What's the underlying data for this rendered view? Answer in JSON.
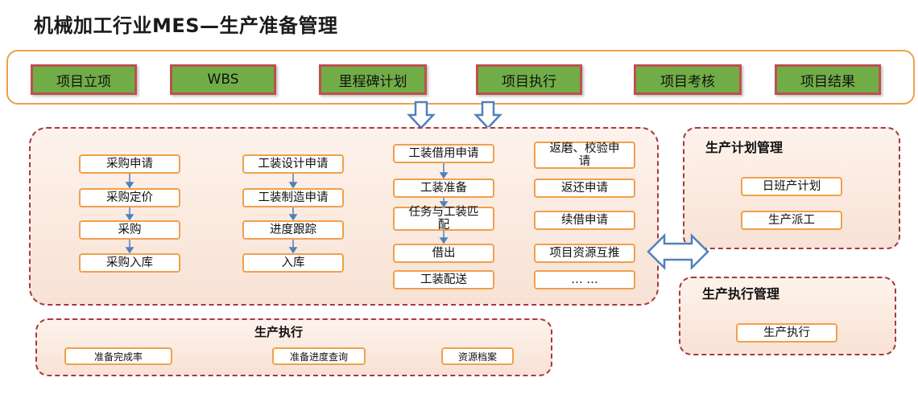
{
  "title": "机械加工行业MES—生产准备管理",
  "top_flow": [
    "项目立项",
    "WBS",
    "里程碑计划",
    "项目执行",
    "项目考核",
    "项目结果"
  ],
  "procurement": [
    "采购申请",
    "采购定价",
    "采购",
    "采购入库"
  ],
  "tooling": [
    "工装设计申请",
    "工装制造申请",
    "进度跟踪",
    "入库"
  ],
  "borrow": [
    "工装借用申请",
    "工装准备",
    "任务与工装匹配",
    "借出",
    "工装配送"
  ],
  "returns": [
    "返磨、校验申请",
    "返还申请",
    "续借申请",
    "项目资源互推",
    "… …"
  ],
  "plan_panel": {
    "title": "生产计划管理",
    "items": [
      "日班产计划",
      "生产派工"
    ]
  },
  "exec_panel": {
    "title": "生产执行管理",
    "item": "生产执行"
  },
  "bottom_panel": {
    "title": "生产执行",
    "items": [
      "准备完成率",
      "准备进度查询",
      "资源档案"
    ]
  },
  "colors": {
    "green": "#70ad47",
    "orange": "#f0a04b",
    "dashed_red": "#a33a3f",
    "arrow_blue": "#4f81bd"
  }
}
